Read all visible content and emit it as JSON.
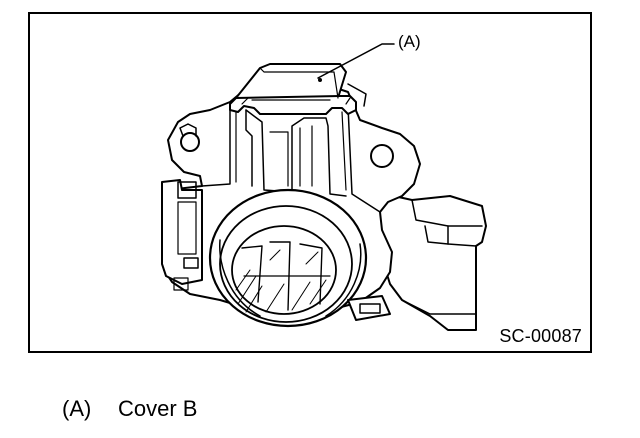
{
  "figure": {
    "callout_label": "(A)",
    "code": "SC-00087",
    "line_color": "#000000",
    "background_color": "#ffffff",
    "icon": "sensor-assembly-line-drawing"
  },
  "legend": {
    "items": [
      {
        "ref": "(A)",
        "text": "Cover B"
      }
    ]
  }
}
